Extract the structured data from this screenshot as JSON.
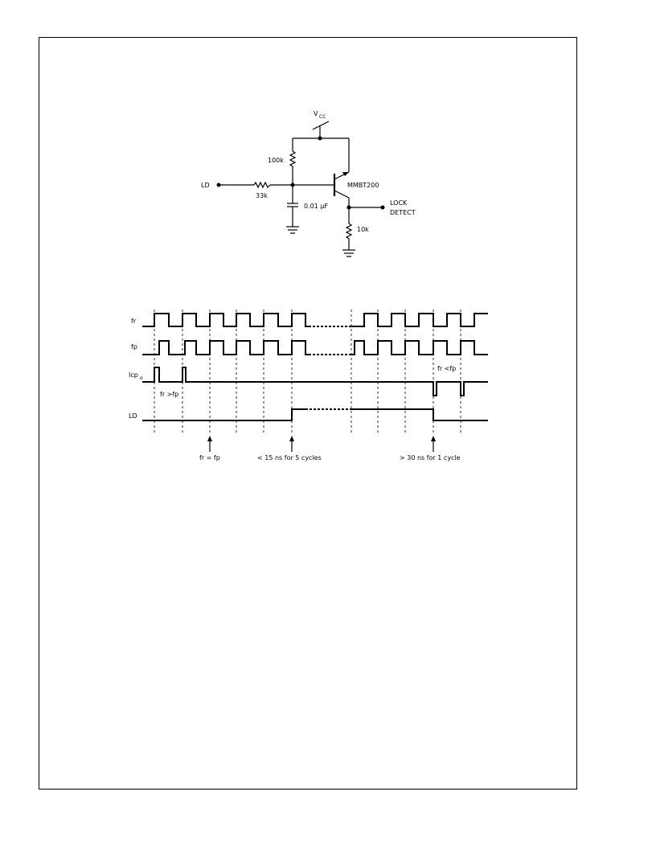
{
  "circuit": {
    "vcc_label": "V",
    "vcc_sub": "CC",
    "resistor_top": "100k",
    "input_label": "LD",
    "resistor_input": "33k",
    "capacitor": "0.01 μF",
    "transistor": "MMBT200",
    "output_label_1": "LOCK",
    "output_label_2": "DETECT",
    "resistor_emitter": "10k"
  },
  "timing": {
    "signals": {
      "fr": "fr",
      "fp": "fp",
      "icp_main": "Icp",
      "icp_sub": "o",
      "ld": "LD"
    },
    "annotations": {
      "fr_gt_fp": "fr >fp",
      "fr_lt_fp": "fr <fp"
    },
    "markers": {
      "eq": "fr = fp",
      "lt15": "< 15 ns for 5 cycles",
      "gt30": "> 30 ns for 1 cycle"
    }
  }
}
